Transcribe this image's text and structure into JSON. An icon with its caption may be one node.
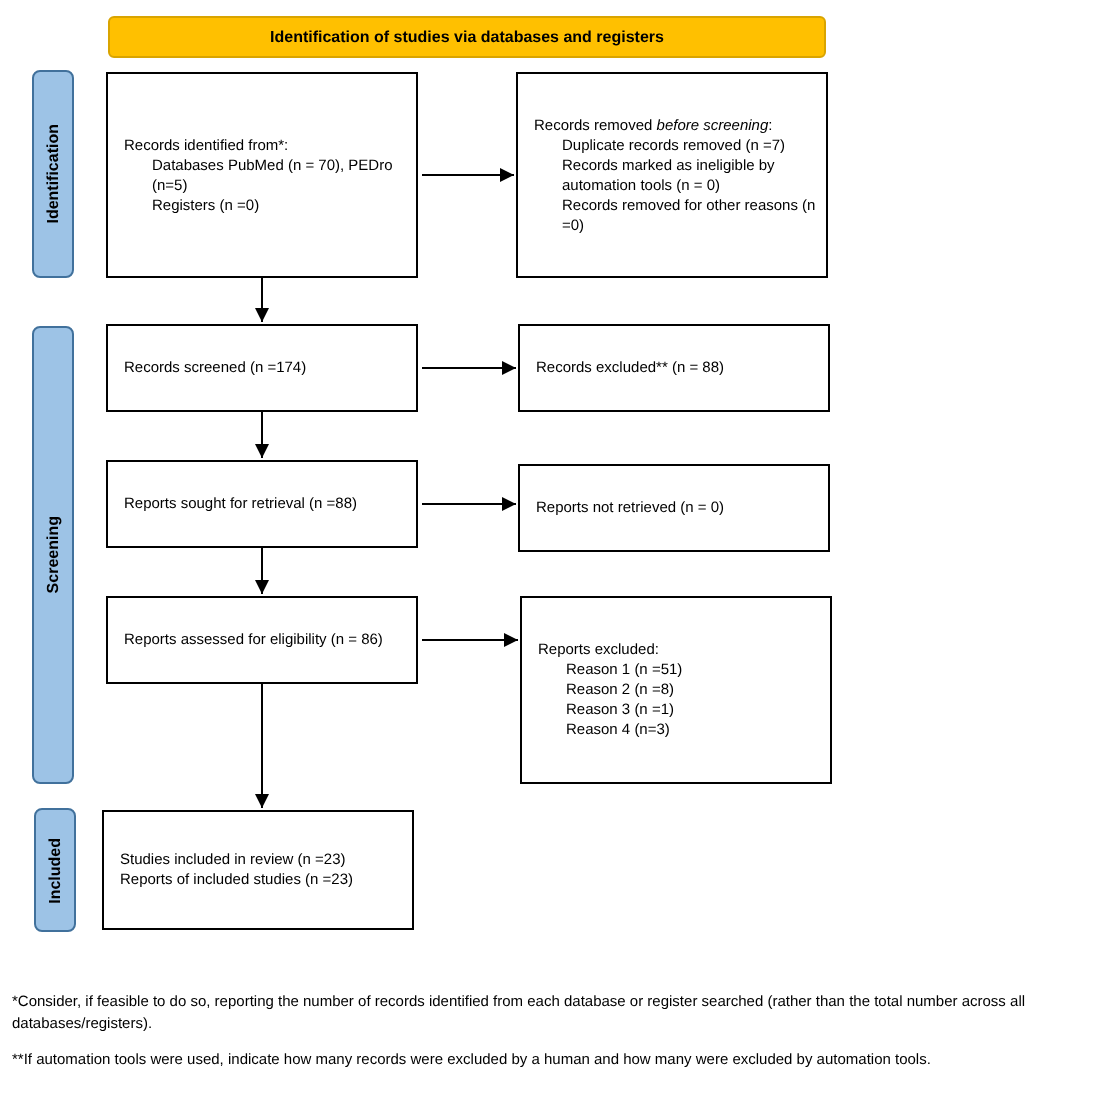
{
  "diagram": {
    "nodes": [
      {
        "text": [
          "Identification of studies via databases and registers"
        ]
      },
      {
        "text": [
          "Identification"
        ]
      },
      {
        "text": [
          "Screening"
        ]
      },
      {
        "text": [
          "Included"
        ]
      },
      {
        "text": [
          "Records identified from*:",
          "Databases PubMed (n = 70), PEDro (n=5)",
          "Registers (n =0)"
        ]
      },
      {
        "text": [
          "Records removed *before screening*:",
          "Duplicate records removed (n =7)",
          "Records marked as ineligible by automation tools (n = 0)",
          "Records removed for other reasons (n =0)"
        ]
      },
      {
        "text": [
          "Records screened (n =174)"
        ]
      },
      {
        "text": [
          "Records excluded** (n = 88)"
        ]
      },
      {
        "text": [
          "Reports sought for retrieval (n =88)"
        ]
      },
      {
        "text": [
          "Reports not retrieved (n = 0)"
        ]
      },
      {
        "text": [
          "Reports assessed for eligibility (n = 86)"
        ]
      },
      {
        "text": [
          "Reports excluded:",
          "Reason 1 (n =51)",
          "Reason 2 (n =8)",
          "Reason 3 (n =1)",
          "Reason 4 (n=3)"
        ]
      },
      {
        "text": [
          "Studies included in review (n =23)",
          "Reports of included studies (n =23)"
        ]
      }
    ],
    "edges": [
      {
        "from": 4,
        "to": 5,
        "arrow": "to"
      },
      {
        "from": 4,
        "to": 6,
        "arrow": "to"
      },
      {
        "from": 6,
        "to": 7,
        "arrow": "to"
      },
      {
        "from": 6,
        "to": 8,
        "arrow": "to"
      },
      {
        "from": 8,
        "to": 9,
        "arrow": "to"
      },
      {
        "from": 8,
        "to": 10,
        "arrow": "to"
      },
      {
        "from": 10,
        "to": 11,
        "arrow": "to"
      },
      {
        "from": 10,
        "to": 12,
        "arrow": "to"
      }
    ],
    "labels": [
      "*Consider, if feasible to do so, reporting the number of records identified from each database or register searched (rather than the total number across all databases/registers).",
      "**If automation tools were used, indicate how many records were excluded by a human and how many were excluded by automation tools."
    ]
  }
}
